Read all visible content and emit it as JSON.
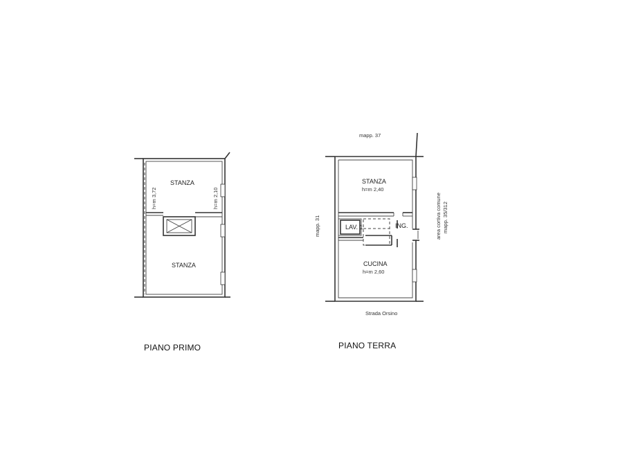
{
  "piano_primo": {
    "title": "PIANO PRIMO",
    "room_top": "STANZA",
    "room_bottom": "STANZA",
    "height_left": "h=m 3,72",
    "height_right": "h=m 2,10"
  },
  "piano_terra": {
    "title": "PIANO TERRA",
    "room_top": "STANZA",
    "room_top_height": "h=m 2,40",
    "bathroom": "LAV. 1",
    "entrance": "ING.",
    "kitchen": "CUCINA",
    "kitchen_height": "h=m 2,60",
    "mapp_top": "mapp. 37",
    "mapp_left": "mapp. 31",
    "mapp_right_1": "area cortiva comune",
    "mapp_right_2": "mapp. 35/312",
    "street": "Strada Orsino"
  }
}
